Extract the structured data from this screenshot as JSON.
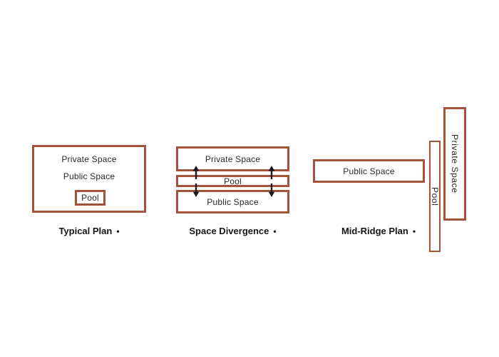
{
  "page": {
    "background": "#ffffff"
  },
  "palette": {
    "box_border": "#a4523a",
    "box_fill": "#ffffff",
    "body_text": "#2b2826",
    "caption_text": "#151515",
    "arrow": "#1a1a1a"
  },
  "diagrams": [
    {
      "label": "Typical Plan",
      "bullet": "•",
      "boxes": {
        "private": "Private Space",
        "public": "Public Space",
        "pool": "Pool"
      }
    },
    {
      "label": "Space Divergence",
      "bullet": "•",
      "boxes": {
        "private": "Private Space",
        "pool": "Pool",
        "public": "Public Space"
      }
    },
    {
      "label": "Mid-Ridge Plan",
      "bullet": "•",
      "boxes": {
        "public": "Public Space",
        "pool": "Pool",
        "private": "Private Space"
      }
    }
  ]
}
